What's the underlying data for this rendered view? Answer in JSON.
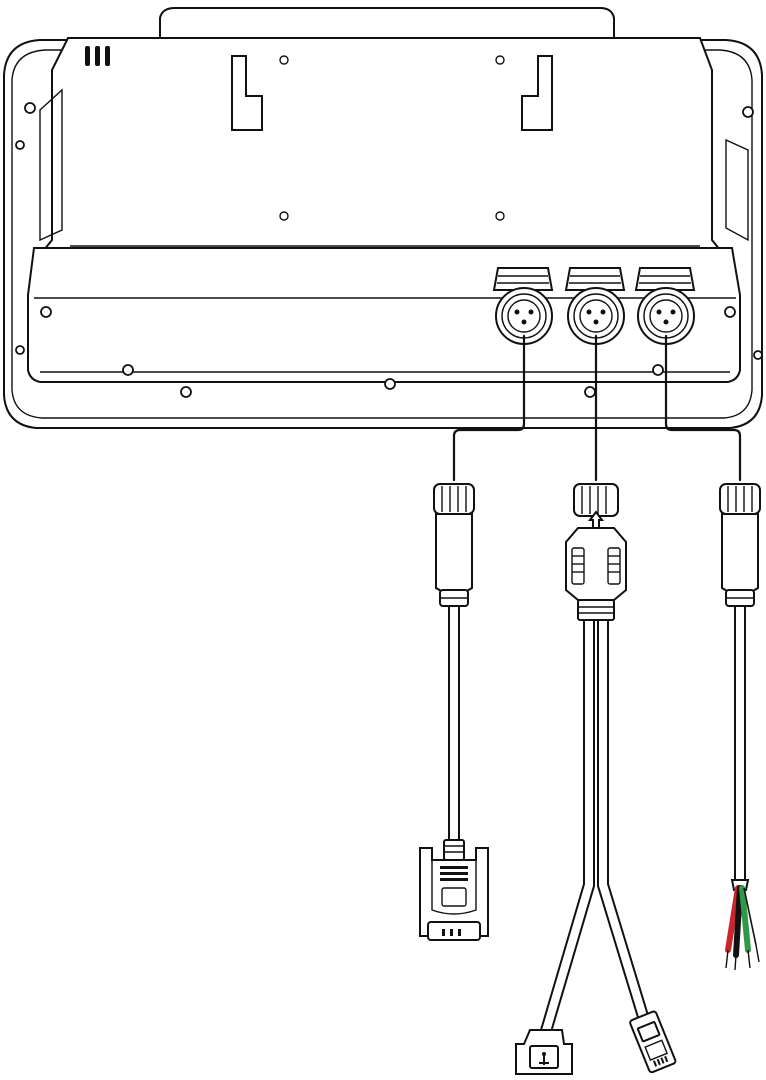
{
  "diagram": {
    "wire_colors": {
      "red": "#c8262c",
      "green": "#2e9a47",
      "black": "#111111",
      "white": "#ffffff"
    },
    "components": [
      {
        "name": "panel-rear-housing",
        "icon": "device-back-panel-icon"
      },
      {
        "name": "connector-port-1",
        "icon": "circular-connector-icon"
      },
      {
        "name": "connector-port-2",
        "icon": "circular-connector-icon"
      },
      {
        "name": "connector-port-3",
        "icon": "circular-connector-icon"
      },
      {
        "name": "serial-db9-cable",
        "icon": "db9-serial-plug-icon"
      },
      {
        "name": "usb-rj45-y-cable",
        "icon": "usb-and-ethernet-plug-icon"
      },
      {
        "name": "power-lead-cable",
        "icon": "bare-wire-leads-icon"
      }
    ]
  }
}
